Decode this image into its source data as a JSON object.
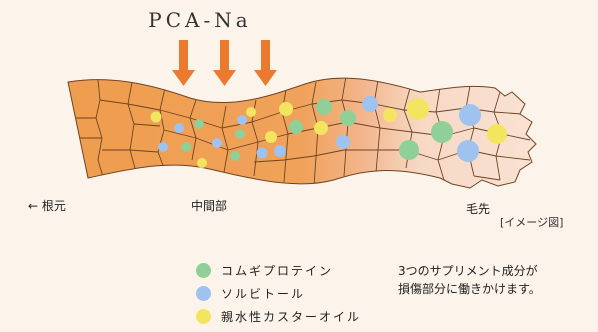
{
  "title": "PCA-Na",
  "labels": {
    "root": "← 根元",
    "middle": "中間部",
    "tip": "毛先",
    "image_note": "[イメージ図]"
  },
  "legend": [
    {
      "label": "コムギプロテイン",
      "color": "#8fcf98"
    },
    {
      "label": "ソルビトール",
      "color": "#9ec3ef"
    },
    {
      "label": "親水性カスターオイル",
      "color": "#f3e55f"
    }
  ],
  "note_lines": [
    "3つのサプリメント成分が",
    "損傷部分に働きかけます。"
  ],
  "colors": {
    "hair_fill": "#ee9a4a",
    "hair_damaged": "#f6d2ba",
    "cell_line": "#6d4422",
    "arrow": "#ec7a2e",
    "background": "#fcf3ea"
  }
}
